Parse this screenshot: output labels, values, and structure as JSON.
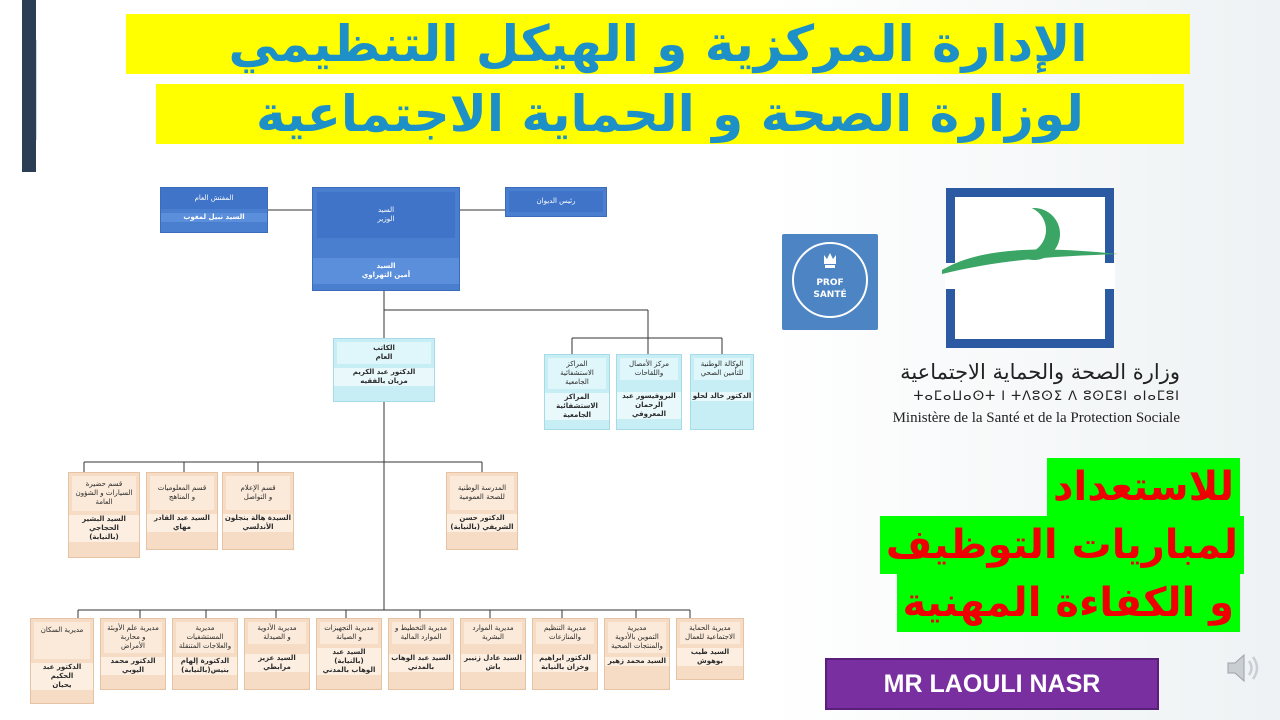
{
  "title": {
    "line1": "الإدارة المركزية و الهيكل التنظيمي",
    "line2": "لوزارة الصحة و الحماية الاجتماعية"
  },
  "org_chart": {
    "minister": {
      "title": "السيد\nالوزير",
      "name": "السيد\nأمين التهراوي"
    },
    "inspector": {
      "title": "المفتش العام",
      "name": "السيد نبيل لمغوب"
    },
    "cabinet": {
      "title": "رئيس الديوان"
    },
    "secretary_general": {
      "title": "الكاتب\nالعام",
      "name": "الدكتور عبد الكريم\nمزيان بالفقيه"
    },
    "agencies": [
      {
        "title": "الوكالة الوطنية\nللتأمين الصحي",
        "name": "الدكتور خالد لحلو"
      },
      {
        "title": "مركز الأمصال\nواللقاحات",
        "name": "البروفيسور عبد\nالرحمان المعروفي"
      },
      {
        "title": "المراكز\nالاستشفائية\nالجامعية",
        "name": "المراكز الاستشفائية\nالجامعية"
      }
    ],
    "level3": [
      {
        "title": "المدرسة الوطنية\nللصحة العمومية",
        "name": "الدكتور حسن\nالشريفي (بالنيابة)"
      },
      {
        "title": "قسم الإعلام\nو التواصل",
        "name": "السيدة هالة بنجلون\nالأندلسي"
      },
      {
        "title": "قسم المعلوميات\nو المناهج",
        "name": "السيد عبد القادر\nمهاي"
      },
      {
        "title": "قسم حضيرة\nالسيارات و الشؤون\nالعامة",
        "name": "السيد البشير الحجاجي\n(بالنيابة)"
      }
    ],
    "directorates": [
      {
        "title": "مديرية الحماية\nالاجتماعية للعمال",
        "name": "السيد طيب بوهوش"
      },
      {
        "title": "مديرية\nالتموين بالأدوية\nوالمنتجات الصحية",
        "name": "السيد محمد زهير"
      },
      {
        "title": "مديرية التنظيم\nوالمنازعات",
        "name": "الدكتور ابراهيم\nوخزان بالنيابة"
      },
      {
        "title": "مديرية الموارد\nالبشرية",
        "name": "السيد عادل زنيبر\nباش"
      },
      {
        "title": "مديرية التخطيط و\nالموارد المالية",
        "name": "السيد عبد الوهاب\nبالمدني"
      },
      {
        "title": "مديرية التجهيزات\nو الصيانة",
        "name": "السيد عبد (بالنيابة)\nالوهاب بالمدني"
      },
      {
        "title": "مديرية الأدوية\nو الصيدلة",
        "name": "السيد عزيز مرابطي"
      },
      {
        "title": "مديرية\nالمستشفيات\nوالعلاجات المتنقلة",
        "name": "الدكتورة إلهام\nبنيس(بالنيابة)"
      },
      {
        "title": "مديرية علم الأوبئة\nو محاربة\nالأمراض",
        "name": "الدكتور محمد اليوبي"
      },
      {
        "title": "مديرية السكان",
        "name": "الدكتور عبد الحكيم\nيحيان"
      }
    ]
  },
  "prof_badge": {
    "line1": "PROF",
    "line2": "SANTÉ"
  },
  "ministry": {
    "arabic": "وزارة الصحة والحماية الاجتماعية",
    "tifinagh": "ⵜⴰⵎⴰⵡⴰⵙⵜ ⵏ ⵜⴷⵓⵙⵉ ⴷ ⵓⵙⵎⵓⵏ ⴰⵏⴰⵎⵓⵏ",
    "french": "Ministère de la Santé et de la Protection Sociale"
  },
  "promo": {
    "line1": "للاستعداد",
    "line2": "لمباريات التوظيف",
    "line3": "و الكفاءة المهنية"
  },
  "author": "MR LAOULI NASR",
  "colors": {
    "title_text": "#1e90c8",
    "title_bg": "#ffff00",
    "promo_text": "#ee0000",
    "promo_bg": "#00ff00",
    "author_bg": "#7a2fa0",
    "logo_blue": "#2b5aa3",
    "logo_green": "#3aa565"
  },
  "icons": {
    "speaker": "speaker-icon",
    "crown": "crown-icon"
  }
}
